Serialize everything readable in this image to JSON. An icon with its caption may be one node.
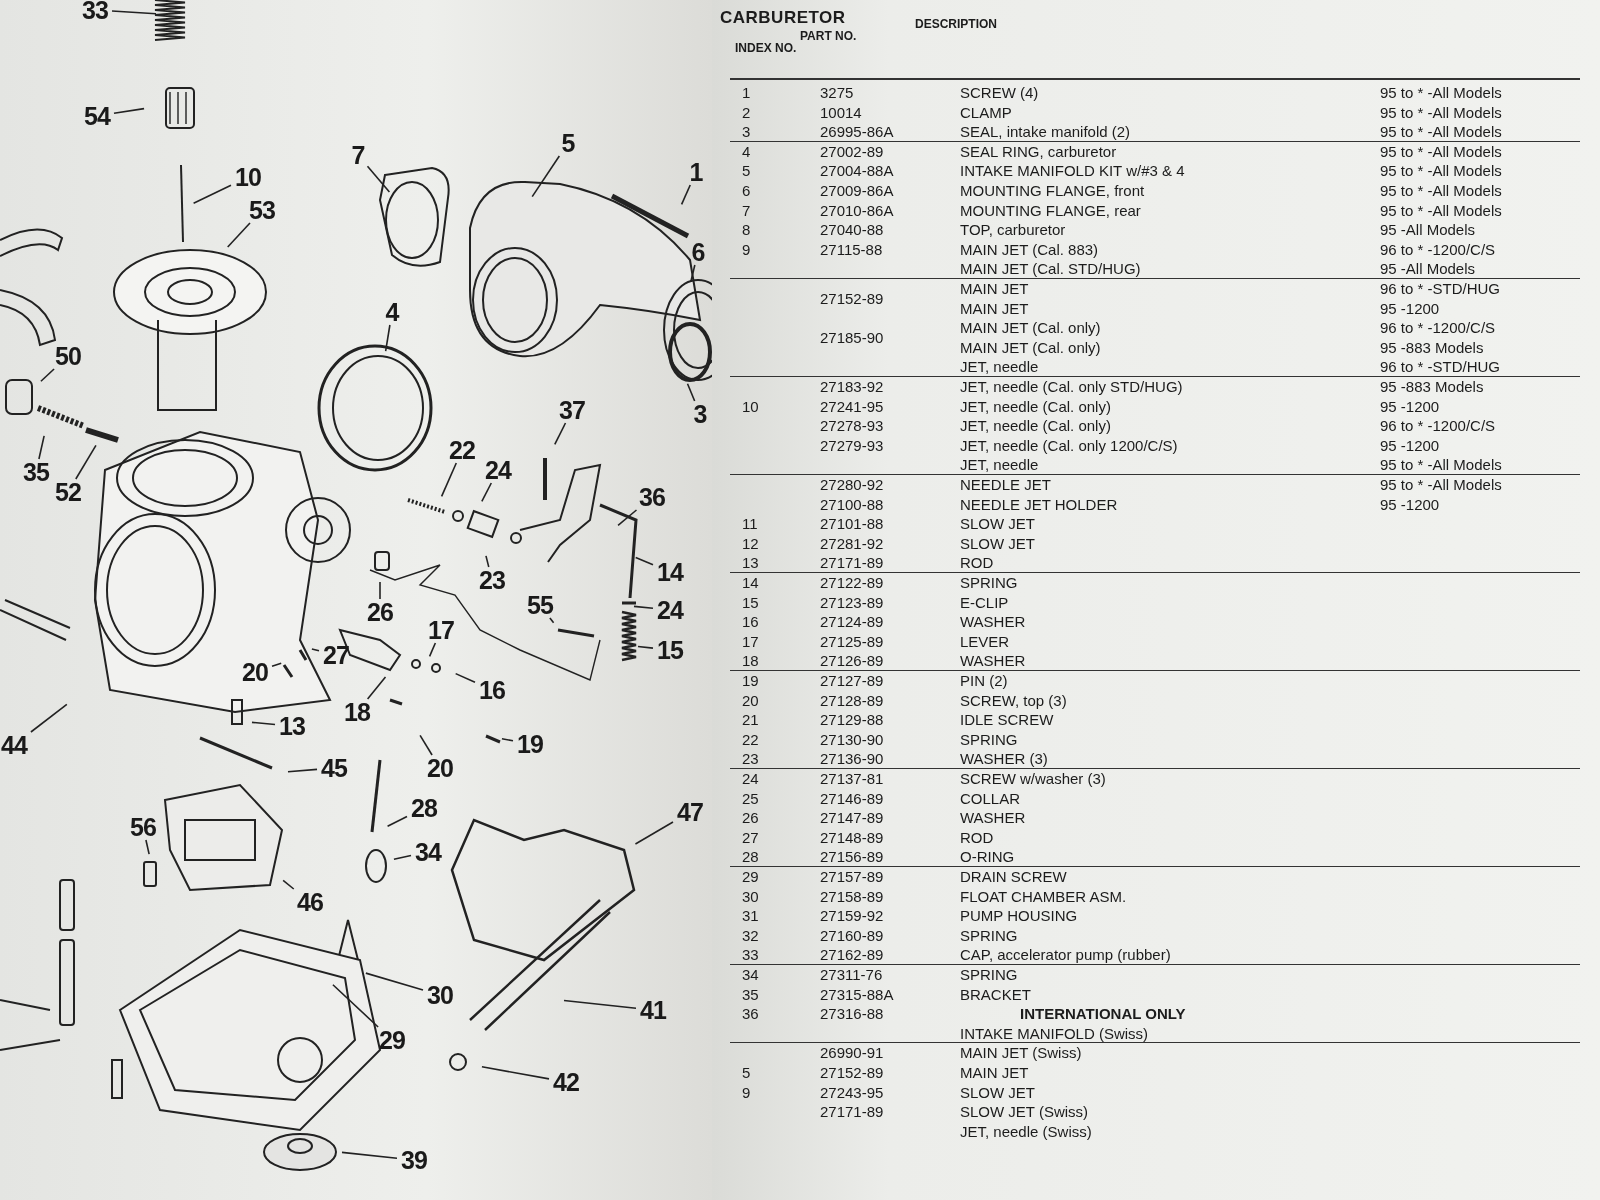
{
  "diagram": {
    "title": "CARBURETOR",
    "nodes": [
      {
        "text": [
          "33"
        ]
      },
      {
        "text": [
          "54"
        ]
      },
      {
        "text": [
          "10"
        ]
      },
      {
        "text": [
          "53"
        ]
      },
      {
        "text": [
          "7"
        ]
      },
      {
        "text": [
          "5"
        ]
      },
      {
        "text": [
          "1"
        ]
      },
      {
        "text": [
          "6"
        ]
      },
      {
        "text": [
          "3"
        ]
      },
      {
        "text": [
          "4"
        ]
      },
      {
        "text": [
          "50"
        ]
      },
      {
        "text": [
          "35"
        ]
      },
      {
        "text": [
          "52"
        ]
      },
      {
        "text": [
          "37"
        ]
      },
      {
        "text": [
          "22"
        ]
      },
      {
        "text": [
          "24"
        ]
      },
      {
        "text": [
          "36"
        ]
      },
      {
        "text": [
          "23"
        ]
      },
      {
        "text": [
          "14"
        ]
      },
      {
        "text": [
          "24"
        ]
      },
      {
        "text": [
          "15"
        ]
      },
      {
        "text": [
          "26"
        ]
      },
      {
        "text": [
          "55"
        ]
      },
      {
        "text": [
          "17"
        ]
      },
      {
        "text": [
          "20"
        ]
      },
      {
        "text": [
          "27"
        ]
      },
      {
        "text": [
          "16"
        ]
      },
      {
        "text": [
          "18"
        ]
      },
      {
        "text": [
          "13"
        ]
      },
      {
        "text": [
          "19"
        ]
      },
      {
        "text": [
          "44"
        ]
      },
      {
        "text": [
          "45"
        ]
      },
      {
        "text": [
          "20"
        ]
      },
      {
        "text": [
          "28"
        ]
      },
      {
        "text": [
          "47"
        ]
      },
      {
        "text": [
          "56"
        ]
      },
      {
        "text": [
          "34"
        ]
      },
      {
        "text": [
          "46"
        ]
      },
      {
        "text": [
          "30"
        ]
      },
      {
        "text": [
          "29"
        ]
      },
      {
        "text": [
          "41"
        ]
      },
      {
        "text": [
          "42"
        ]
      },
      {
        "text": [
          "39"
        ]
      }
    ],
    "edges": [
      {
        "from": 0,
        "to": null,
        "arrow": "none"
      },
      {
        "from": 1,
        "to": null,
        "arrow": "none"
      },
      {
        "from": 2,
        "to": null,
        "arrow": "none"
      },
      {
        "from": 3,
        "to": null,
        "arrow": "none"
      },
      {
        "from": 4,
        "to": null,
        "arrow": "none"
      },
      {
        "from": 5,
        "to": null,
        "arrow": "none"
      },
      {
        "from": 6,
        "to": null,
        "arrow": "none"
      },
      {
        "from": 7,
        "to": null,
        "arrow": "none"
      },
      {
        "from": 8,
        "to": null,
        "arrow": "none"
      },
      {
        "from": 9,
        "to": null,
        "arrow": "none"
      },
      {
        "from": 10,
        "to": null,
        "arrow": "none"
      },
      {
        "from": 11,
        "to": null,
        "arrow": "none"
      },
      {
        "from": 12,
        "to": null,
        "arrow": "none"
      },
      {
        "from": 13,
        "to": null,
        "arrow": "none"
      },
      {
        "from": 14,
        "to": null,
        "arrow": "none"
      },
      {
        "from": 15,
        "to": null,
        "arrow": "none"
      },
      {
        "from": 16,
        "to": null,
        "arrow": "none"
      },
      {
        "from": 17,
        "to": null,
        "arrow": "none"
      },
      {
        "from": 18,
        "to": null,
        "arrow": "none"
      },
      {
        "from": 19,
        "to": null,
        "arrow": "none"
      },
      {
        "from": 20,
        "to": null,
        "arrow": "none"
      },
      {
        "from": 21,
        "to": null,
        "arrow": "none"
      },
      {
        "from": 22,
        "to": null,
        "arrow": "none"
      },
      {
        "from": 23,
        "to": null,
        "arrow": "none"
      },
      {
        "from": 24,
        "to": null,
        "arrow": "none"
      },
      {
        "from": 25,
        "to": null,
        "arrow": "none"
      },
      {
        "from": 26,
        "to": null,
        "arrow": "none"
      },
      {
        "from": 27,
        "to": null,
        "arrow": "none"
      },
      {
        "from": 28,
        "to": null,
        "arrow": "none"
      },
      {
        "from": 29,
        "to": null,
        "arrow": "none"
      },
      {
        "from": 30,
        "to": null,
        "arrow": "none"
      },
      {
        "from": 31,
        "to": null,
        "arrow": "none"
      },
      {
        "from": 32,
        "to": null,
        "arrow": "none"
      },
      {
        "from": 33,
        "to": null,
        "arrow": "none"
      },
      {
        "from": 34,
        "to": null,
        "arrow": "none"
      },
      {
        "from": 35,
        "to": null,
        "arrow": "none"
      },
      {
        "from": 36,
        "to": null,
        "arrow": "none"
      },
      {
        "from": 37,
        "to": null,
        "arrow": "none"
      },
      {
        "from": 38,
        "to": null,
        "arrow": "none"
      },
      {
        "from": 39,
        "to": null,
        "arrow": "none"
      },
      {
        "from": 40,
        "to": null,
        "arrow": "none"
      },
      {
        "from": 41,
        "to": null,
        "arrow": "none"
      },
      {
        "from": 42,
        "to": null,
        "arrow": "none"
      }
    ],
    "labels": [
      "INDEX NO.",
      "PART NO.",
      "DESCRIPTION",
      "1",
      "2",
      "3",
      "4",
      "5",
      "6",
      "7",
      "8",
      "9",
      "10",
      "11",
      "12",
      "13",
      "14",
      "15",
      "16",
      "17",
      "18",
      "19",
      "20",
      "21",
      "22",
      "23",
      "24",
      "25",
      "26",
      "27",
      "28",
      "29",
      "30",
      "31",
      "32",
      "33",
      "34",
      "35",
      "36",
      "5",
      "9",
      "3275",
      "10014",
      "26995-86A",
      "27002-89",
      "27004-88A",
      "27009-86A",
      "27010-86A",
      "27040-88",
      "27115-88",
      "27152-89",
      "27185-90",
      "27183-92",
      "27241-95",
      "27278-93",
      "27279-93",
      "27280-92",
      "27100-88",
      "27101-88",
      "27281-92",
      "27171-89",
      "27122-89",
      "27123-89",
      "27124-89",
      "27125-89",
      "27126-89",
      "27127-89",
      "27128-89",
      "27129-88",
      "27130-90",
      "27136-90",
      "27137-81",
      "27146-89",
      "27147-89",
      "27148-89",
      "27156-89",
      "27157-89",
      "27158-89",
      "27159-92",
      "27160-89",
      "27162-89",
      "27311-76",
      "27315-88A",
      "27316-88",
      "26990-91",
      "27152-89",
      "27243-95",
      "27171-89",
      "SCREW (4)",
      "CLAMP",
      "SEAL, intake manifold (2)",
      "SEAL RING, carburetor",
      "INTAKE MANIFOLD KIT w/#3 & 4",
      "MOUNTING FLANGE, front",
      "MOUNTING FLANGE, rear",
      "TOP, carburetor",
      "MAIN JET (Cal. 883)",
      "MAIN JET (Cal. STD/HUG)",
      "MAIN JET",
      "MAIN JET",
      "MAIN JET (Cal. only)",
      "MAIN JET (Cal. only)",
      "JET, needle",
      "JET, needle (Cal. only STD/HUG)",
      "JET, needle (Cal. only)",
      "JET, needle (Cal. only)",
      "JET, needle (Cal. only 1200/C/S)",
      "JET, needle",
      "NEEDLE JET",
      "NEEDLE JET HOLDER",
      "SLOW JET",
      "SLOW JET",
      "ROD",
      "SPRING",
      "E-CLIP",
      "WASHER",
      "LEVER",
      "WASHER",
      "PIN (2)",
      "SCREW, top (3)",
      "IDLE SCREW",
      "SPRING",
      "WASHER (3)",
      "SCREW w/washer (3)",
      "COLLAR",
      "WASHER",
      "ROD",
      "O-RING",
      "DRAIN SCREW",
      "FLOAT CHAMBER ASM.",
      "PUMP HOUSING",
      "SPRING",
      "CAP, accelerator pump (rubber)",
      "SPRING",
      "BRACKET",
      "INTERNATIONAL ONLY",
      "INTAKE MANIFOLD (Swiss)",
      "MAIN JET (Swiss)",
      "MAIN JET",
      "SLOW JET",
      "SLOW JET (Swiss)",
      "JET, needle (Swiss)",
      "95 to * -All Models",
      "95 to * -All Models",
      "95 to * -All Models",
      "95 to * -All Models",
      "95 to * -All Models",
      "95 to * -All Models",
      "95 to * -All Models",
      "95 -All Models",
      "96 to * -1200/C/S",
      "95 -All Models",
      "96 to * -STD/HUG",
      "95 -1200",
      "96 to * -1200/C/S",
      "95 -883 Models",
      "96 to * -STD/HUG",
      "95 -883 Models",
      "95 -1200",
      "96 to * -1200/C/S",
      "95 -1200",
      "95 to * -All Models",
      "95 to * -All Models",
      "95 -1200"
    ]
  }
}
